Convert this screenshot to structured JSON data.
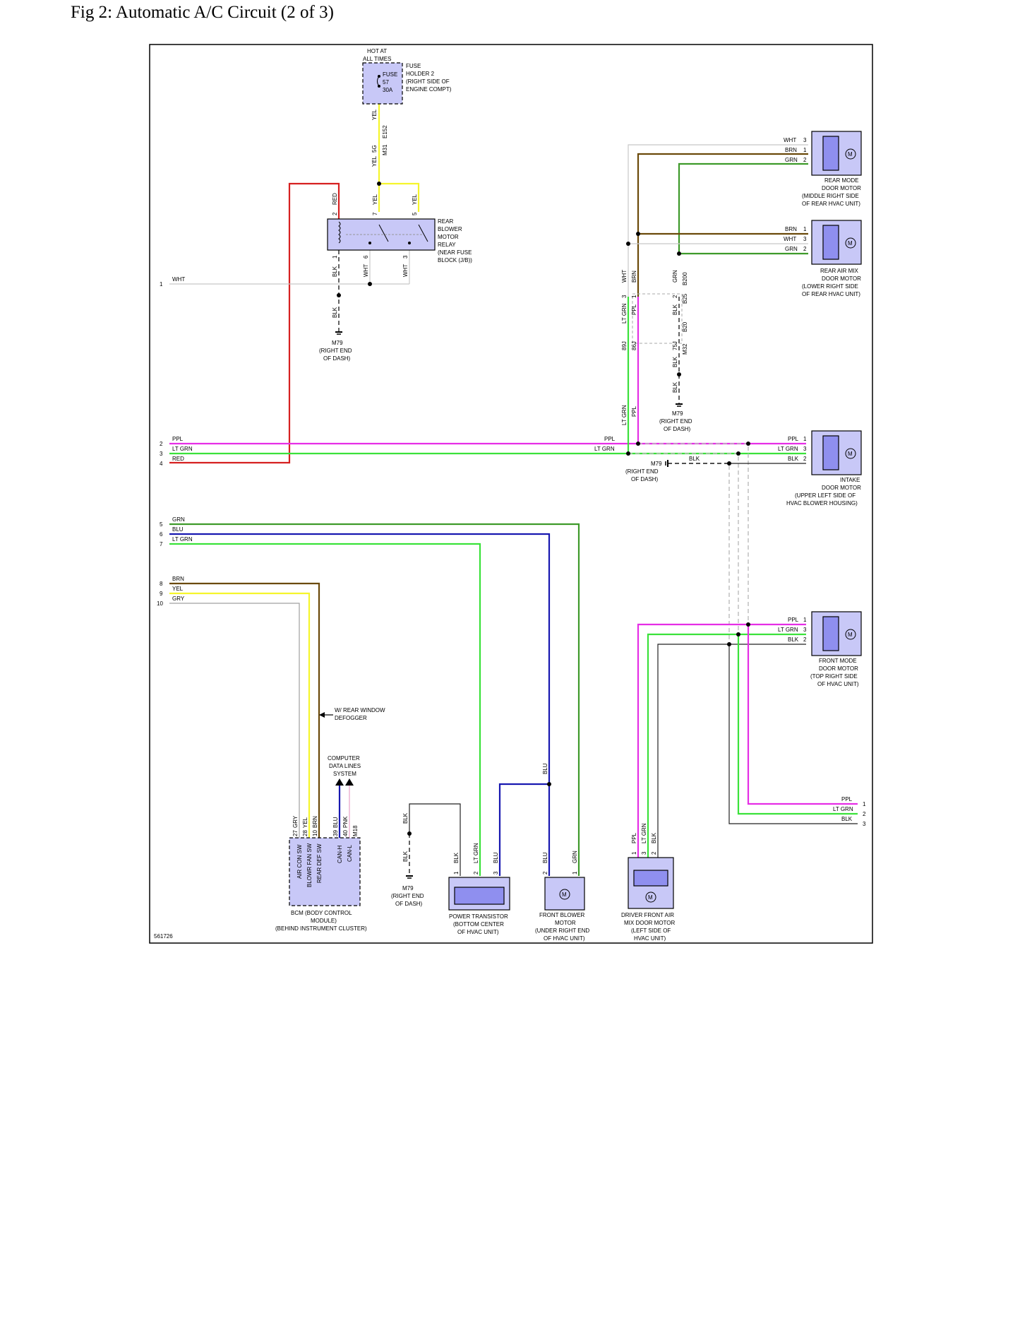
{
  "title": "Fig 2: Automatic A/C Circuit (2 of 3)",
  "figure_id": "561726",
  "colors": {
    "YEL": "#f5f52c",
    "RED": "#d62020",
    "PPL": "#e62ee6",
    "LT GRN": "#3ae23a",
    "GRN": "#3e9a2a",
    "BLU": "#1818b0",
    "BRN": "#6b4a0a",
    "GRY": "#a0a0a0",
    "WHT": "#d0d0d0",
    "BLK": "#222222",
    "PNK": "#e8a0c8",
    "component_fill": "#c8c8f7"
  },
  "fuse": {
    "supply": [
      "HOT AT",
      "ALL TIMES"
    ],
    "label": [
      "FUSE",
      "57",
      "30A"
    ],
    "holder": [
      "FUSE",
      "HOLDER 2",
      "(RIGHT SIDE OF",
      "ENGINE COMPT)"
    ],
    "wire": "YEL",
    "conn1": "E152",
    "pin": "5G",
    "conn2": "M31"
  },
  "relay": {
    "name": [
      "REAR",
      "BLOWER",
      "MOTOR",
      "RELAY",
      "(NEAR FUSE",
      "BLOCK (J/B))"
    ],
    "top_pins": [
      {
        "pin": "2",
        "wire": "RED"
      },
      {
        "pin": "7",
        "wire": "YEL"
      },
      {
        "pin": "5",
        "wire": "YEL"
      }
    ],
    "bottom_pins": [
      {
        "pin": "1",
        "wire": "BLK"
      },
      {
        "pin": "6",
        "wire": "WHT"
      },
      {
        "pin": "3",
        "wire": "WHT"
      }
    ]
  },
  "ground_relay": {
    "wire": "BLK",
    "label": [
      "M79",
      "(RIGHT END",
      "OF DASH)"
    ]
  },
  "left_inputs": [
    {
      "num": "1",
      "wire": "WHT"
    },
    {
      "num": "2",
      "wire": "PPL"
    },
    {
      "num": "3",
      "wire": "LT GRN"
    },
    {
      "num": "4",
      "wire": "RED"
    },
    {
      "num": "5",
      "wire": "GRN"
    },
    {
      "num": "6",
      "wire": "BLU"
    },
    {
      "num": "7",
      "wire": "LT GRN"
    },
    {
      "num": "8",
      "wire": "BRN"
    },
    {
      "num": "9",
      "wire": "YEL"
    },
    {
      "num": "10",
      "wire": "GRY"
    }
  ],
  "right_outputs": [
    {
      "num": "1",
      "wire": "PPL"
    },
    {
      "num": "2",
      "wire": "LT GRN"
    },
    {
      "num": "3",
      "wire": "BLK"
    }
  ],
  "rear_mode_motor": {
    "name": [
      "REAR MODE",
      "DOOR MOTOR",
      "(MIDDLE RIGHT SIDE",
      "OF REAR HVAC UNIT)"
    ],
    "pins": [
      {
        "wire": "WHT",
        "pin": "3"
      },
      {
        "wire": "BRN",
        "pin": "1"
      },
      {
        "wire": "GRN",
        "pin": "2"
      }
    ]
  },
  "rear_air_mix_motor": {
    "name": [
      "REAR AIR MIX",
      "DOOR MOTOR",
      "(LOWER RIGHT SIDE",
      "OF REAR HVAC UNIT)"
    ],
    "pins": [
      {
        "wire": "BRN",
        "pin": "1"
      },
      {
        "wire": "WHT",
        "pin": "3"
      },
      {
        "wire": "GRN",
        "pin": "2"
      }
    ]
  },
  "rear_connectors": {
    "upper": [
      {
        "wire": "WHT",
        "pin": "3"
      },
      {
        "wire": "BRN",
        "pin": "1"
      },
      {
        "wire": "GRN",
        "pin": "2",
        "conn": "B200"
      }
    ],
    "mid": [
      {
        "wire": "LT GRN",
        "pin": "89J"
      },
      {
        "wire": "PPL",
        "pin": "86J"
      },
      {
        "wire": "BLK",
        "pin": "2",
        "conn": "B25"
      }
    ],
    "lower": [
      {
        "wire": "BLK",
        "pin": "75J",
        "conn": "M32"
      },
      {
        "wire": "BLK",
        "conn": "B20"
      }
    ],
    "ground_label": [
      "M79",
      "(RIGHT END",
      "OF DASH)"
    ]
  },
  "intake_motor": {
    "name": [
      "INTAKE",
      "DOOR MOTOR",
      "(UPPER LEFT SIDE OF",
      "HVAC BLOWER HOUSING)"
    ],
    "pins": [
      {
        "wire": "PPL",
        "pin": "1"
      },
      {
        "wire": "LT GRN",
        "pin": "3"
      },
      {
        "wire": "BLK",
        "pin": "2"
      }
    ],
    "ground_wire": "BLK",
    "ground_label": [
      "M79",
      "(RIGHT END",
      "OF DASH)"
    ],
    "bus_labels": [
      "PPL",
      "LT GRN"
    ]
  },
  "front_mode_motor": {
    "name": [
      "FRONT MODE",
      "DOOR MOTOR",
      "(TOP RIGHT SIDE",
      "OF HVAC UNIT)"
    ],
    "pins": [
      {
        "wire": "PPL",
        "pin": "1"
      },
      {
        "wire": "LT GRN",
        "pin": "3"
      },
      {
        "wire": "BLK",
        "pin": "2"
      }
    ]
  },
  "bcm": {
    "name": [
      "BCM (BODY CONTROL",
      "MODULE)",
      "(BEHIND INSTRUMENT CLUSTER)"
    ],
    "pins": [
      {
        "wire": "GRY",
        "pin": "27",
        "func": "AIR CON SW"
      },
      {
        "wire": "YEL",
        "pin": "28",
        "func": "BLOWR FAN SW"
      },
      {
        "wire": "BRN",
        "pin": "10",
        "func": "REAR DEF SW"
      },
      {
        "wire": "BLU",
        "pin": "39",
        "func": "CAN-H"
      },
      {
        "wire": "PNK",
        "pin": "40",
        "func": "CAN-L"
      }
    ],
    "conn": "M18",
    "defogger_note": [
      "W/ REAR WINDOW",
      "DEFOGGER"
    ],
    "data_lines": [
      "COMPUTER",
      "DATA LINES",
      "SYSTEM"
    ]
  },
  "power_transistor": {
    "name": [
      "POWER TRANSISTOR",
      "(BOTTOM CENTER",
      "OF HVAC UNIT)"
    ],
    "pins": [
      {
        "pin": "1",
        "wire": "BLK"
      },
      {
        "pin": "2",
        "wire": "LT GRN"
      },
      {
        "pin": "3",
        "wire": "BLU"
      }
    ],
    "ground_wire": "BLK",
    "ground_label": [
      "M79",
      "(RIGHT END",
      "OF DASH)"
    ]
  },
  "front_blower": {
    "name": [
      "FRONT BLOWER",
      "MOTOR",
      "(UNDER RIGHT END",
      "OF HVAC UNIT)"
    ],
    "pins": [
      {
        "pin": "2",
        "wire": "BLU"
      },
      {
        "pin": "1",
        "wire": "GRN"
      }
    ],
    "splice_wire": "BLU"
  },
  "driver_air_mix": {
    "name": [
      "DRIVER FRONT AIR",
      "MIX DOOR MOTOR",
      "(LEFT SIDE OF",
      "HVAC UNIT)"
    ],
    "pins": [
      {
        "pin": "1",
        "wire": "PPL"
      },
      {
        "pin": "3",
        "wire": "LT GRN"
      },
      {
        "pin": "2",
        "wire": "BLK"
      }
    ]
  },
  "motor_symbol": "M"
}
